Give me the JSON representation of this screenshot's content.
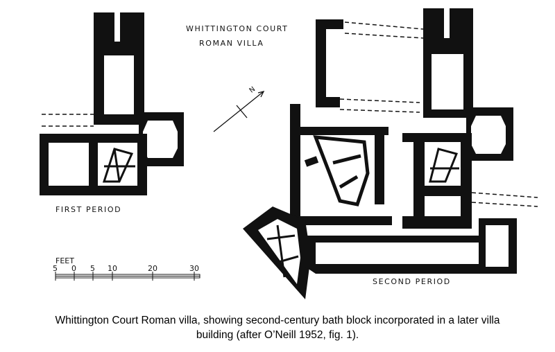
{
  "title_line1": "WHITTINGTON COURT",
  "title_line2": "ROMAN VILLA",
  "north_label": "N",
  "first_period_label": "FIRST PERIOD",
  "second_period_label": "SECOND PERIOD",
  "scale": {
    "unit": "FEET",
    "ticks": [
      "5",
      "0",
      "5",
      "10",
      "20",
      "30"
    ]
  },
  "caption": {
    "line1": "Whittington Court Roman villa, showing second-century bath block incorporated in a later villa",
    "line2": "building (after O’Neill 1952, fig. 1)."
  },
  "colors": {
    "ink": "#111111",
    "paper": "#ffffff"
  }
}
